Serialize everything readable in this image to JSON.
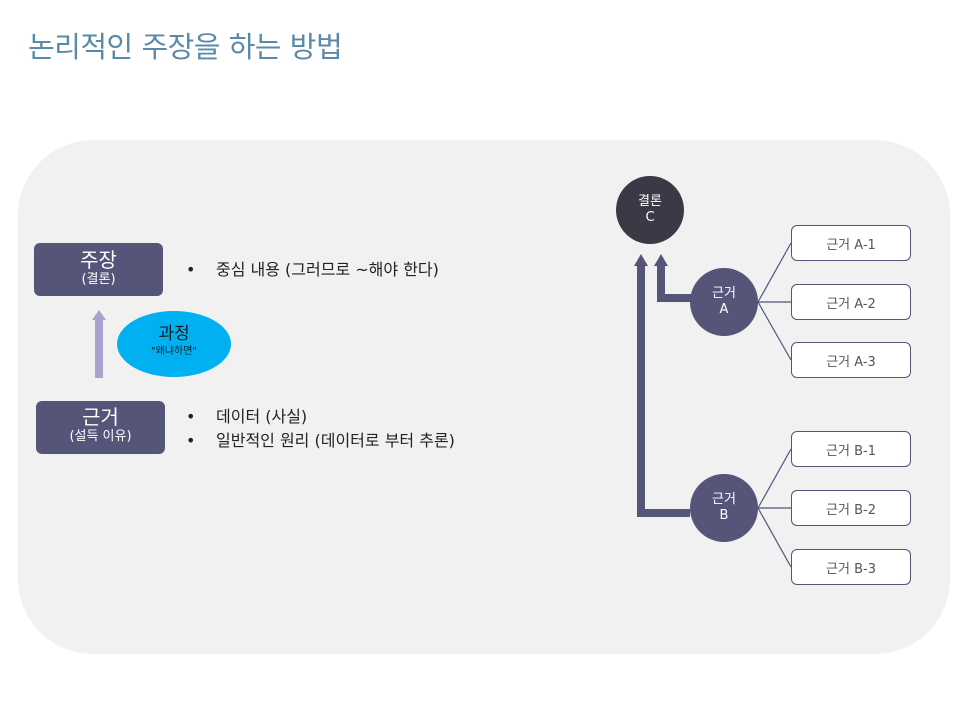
{
  "title": "논리적인 주장을 하는 방법",
  "left": {
    "claim": {
      "main": "주장",
      "sub": "(결론)"
    },
    "claim_bullets": [
      "중심 내용 (그러므로 ~해야 한다)"
    ],
    "process": {
      "main": "과정",
      "sub": "\"왜냐하면\""
    },
    "basis": {
      "main": "근거",
      "sub": "(설득 이유)"
    },
    "basis_bullets": [
      "데이터 (사실)",
      "일반적인 원리 (데이터로 부터 추론)"
    ],
    "bullet_char": "•"
  },
  "right": {
    "conclusion": {
      "line1": "결론",
      "line2": "C"
    },
    "basis_a": {
      "line1": "근거",
      "line2": "A"
    },
    "basis_b": {
      "line1": "근거",
      "line2": "B"
    },
    "a_items": [
      "근거 A-1",
      "근거 A-2",
      "근거 A-3"
    ],
    "b_items": [
      "근거 B-1",
      "근거 B-2",
      "근거 B-3"
    ]
  },
  "colors": {
    "accent": "#555479",
    "title": "#5b8aa8",
    "process": "#00b0f0",
    "conclusion": "#3a3a46",
    "panel": "#f1f1f1"
  }
}
